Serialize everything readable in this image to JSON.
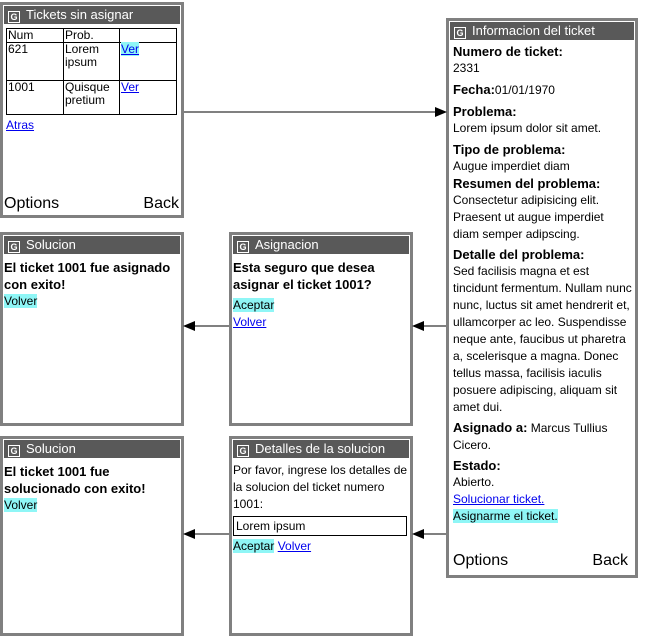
{
  "screens": {
    "tickets": {
      "title": "Tickets sin asignar",
      "headers": [
        "Num",
        "Prob."
      ],
      "rows": [
        {
          "num": "621",
          "prob": "Lorem ipsum",
          "action": "Ver"
        },
        {
          "num": "1001",
          "prob": "Quisque pretium",
          "action": "Ver"
        }
      ],
      "back_link": "Atras",
      "softkey_left": "Options",
      "softkey_right": "Back"
    },
    "info": {
      "title": "Informacion del ticket",
      "numero_label": "Numero de ticket:",
      "numero_value": "2331",
      "fecha_label": "Fecha:",
      "fecha_value": "01/01/1970",
      "problema_label": "Problema:",
      "problema_value": "Lorem ipsum dolor sit amet.",
      "tipo_label": "Tipo de problema:",
      "tipo_value": "Augue imperdiet diam",
      "resumen_label": "Resumen del problema:",
      "resumen_value": "Consectetur adipisicing elit. Praesent ut augue imperdiet diam semper adipscing.",
      "detalle_label": "Detalle del problema:",
      "detalle_value": "Sed facilisis magna et est tincidunt fermentum. Nullam nunc nunc, luctus sit amet hendrerit et, ullamcorper ac leo. Suspendisse neque ante, faucibus ut pharetra a, scelerisque a magna. Donec tellus massa, facilisis iaculis posuere adipiscing, aliquam sit amet dui.",
      "asignado_label": "Asignado a:",
      "asignado_value": "Marcus Tullius Cicero.",
      "estado_label": "Estado:",
      "estado_value": "Abierto.",
      "solucionar_link": "Solucionar ticket.",
      "asignarme_link": "Asignarme el ticket.",
      "softkey_left": "Options",
      "softkey_right": "Back"
    },
    "asignacion": {
      "title": "Asignacion",
      "question": "Esta seguro que desea asignar el ticket 1001?",
      "accept": "Aceptar",
      "back": "Volver"
    },
    "solucion1": {
      "title": "Solucion",
      "message": "El ticket 1001 fue asignado con exito!",
      "back": "Volver"
    },
    "detalles": {
      "title": "Detalles de la solucion",
      "prompt": "Por favor, ingrese los detalles de la solucion del ticket numero 1001:",
      "input_value": "Lorem ipsum",
      "accept": "Aceptar",
      "back": "Volver"
    },
    "solucion2": {
      "title": "Solucion",
      "message": "El ticket 1001 fue solucionado con exito!",
      "back": "Volver"
    }
  },
  "icon_letter": "G",
  "colors": {
    "titlebar": "#595959",
    "highlight": "#8ff6f6",
    "link": "#0000ee",
    "frame": "#808080"
  }
}
